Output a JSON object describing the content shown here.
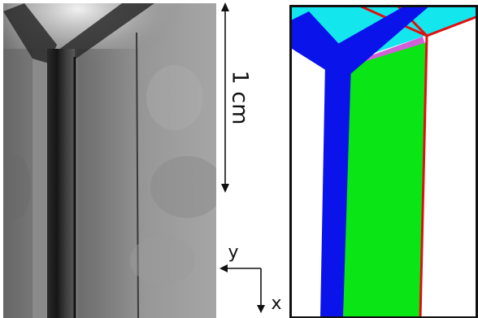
{
  "scale_bar": {
    "label": "1 cm"
  },
  "axes": {
    "vertical_label": "x",
    "horizontal_label": "y"
  },
  "colors": {
    "cyan_face": "#14e6ee",
    "blue_channel": "#0a14ea",
    "green_film": "#0ae615",
    "edge_line": "#e01010",
    "thin_film": "#d060d8",
    "frame": "#111111",
    "photo_dark": "#1c1c1c",
    "photo_mid": "#7a7a7a",
    "photo_light": "#a9a9a9"
  },
  "panels": {
    "left": "photo-grayscale",
    "right": "schematic-colored"
  }
}
